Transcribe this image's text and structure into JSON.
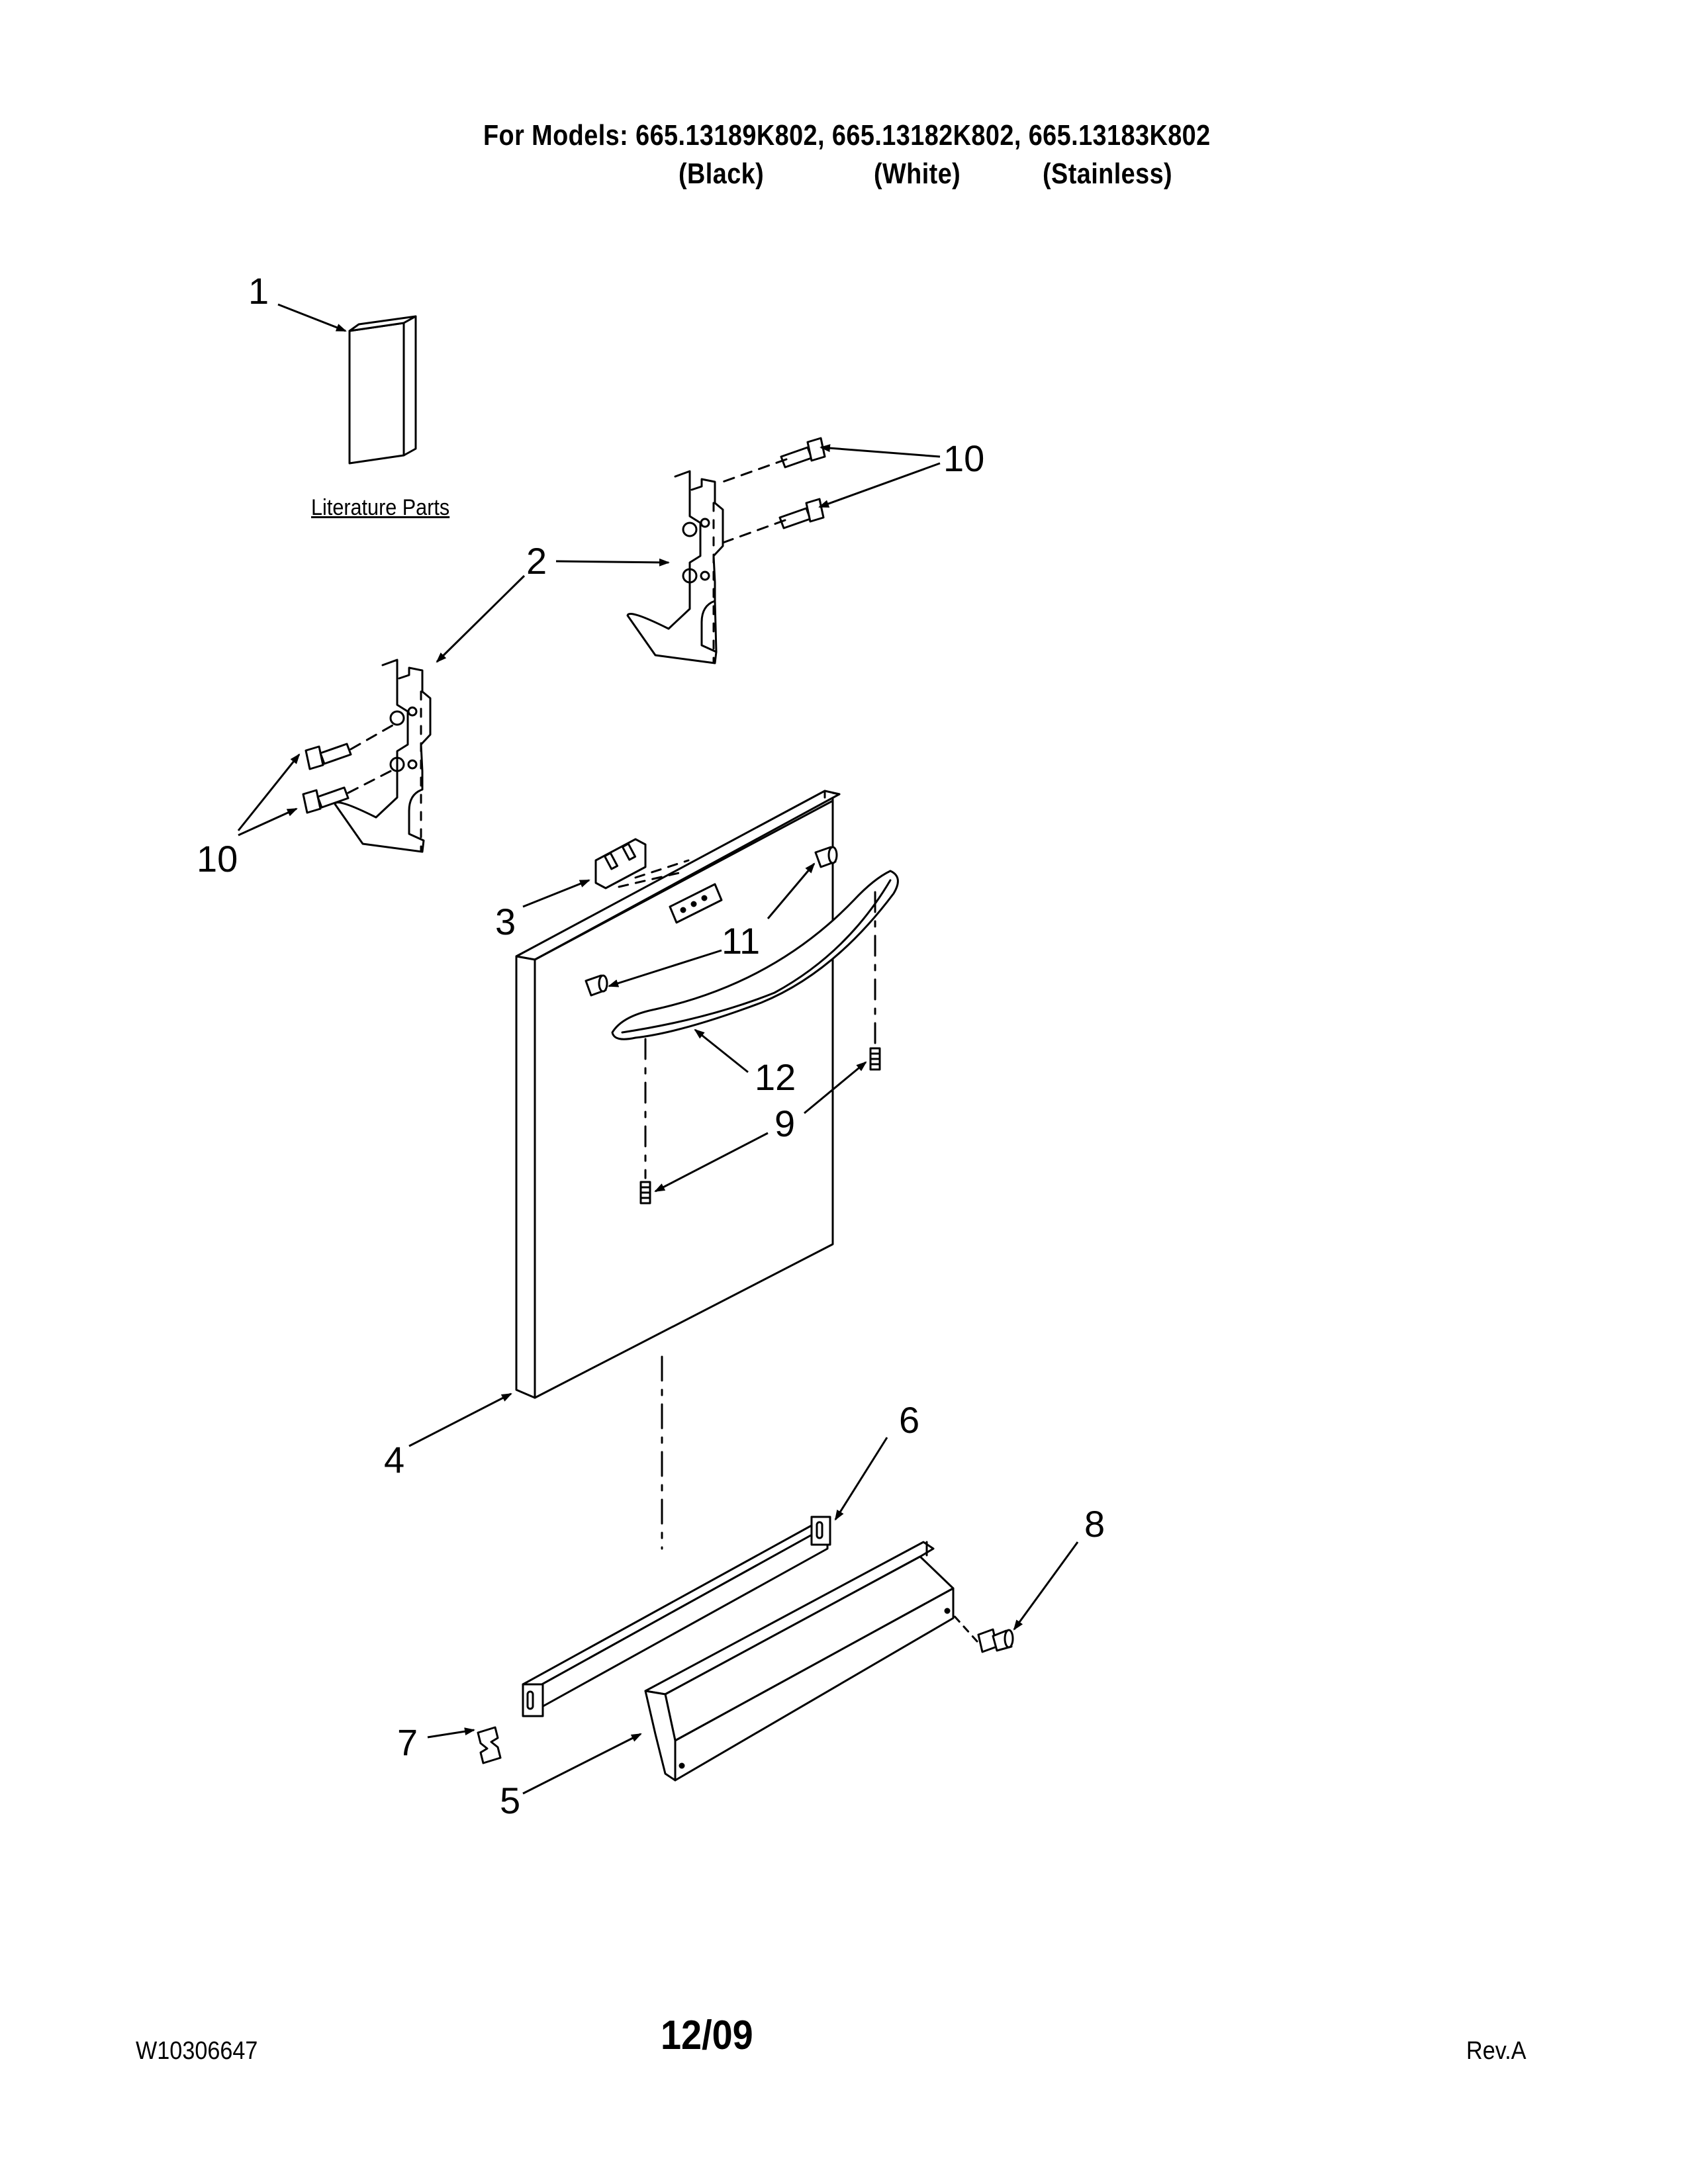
{
  "header": {
    "models_line": "For Models: 665.13189K802, 665.13182K802, 665.13183K802",
    "variant_black": "(Black)",
    "variant_white": "(White)",
    "variant_stainless": "(Stainless)"
  },
  "literature_label": "Literature Parts",
  "callouts": {
    "c1": "1",
    "c2": "2",
    "c3": "3",
    "c4": "4",
    "c5": "5",
    "c6": "6",
    "c7": "7",
    "c8": "8",
    "c9": "9",
    "c10a": "10",
    "c10b": "10",
    "c11": "11",
    "c12": "12"
  },
  "footer": {
    "doc_number": "W10306647",
    "date": "12/09",
    "revision": "Rev.A"
  }
}
